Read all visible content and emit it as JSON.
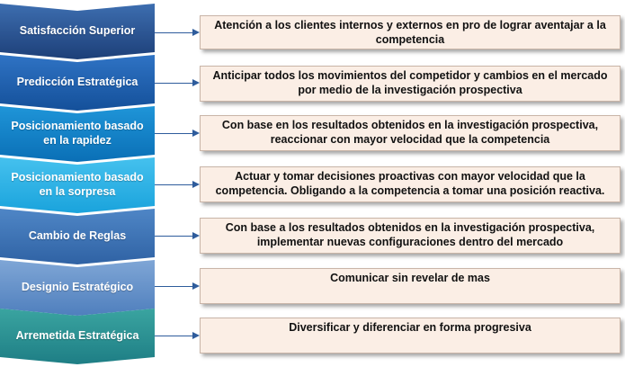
{
  "rows": [
    {
      "strategy": "Satisfacción Superior",
      "description": "Atención a los clientes internos y externos en pro de lograr aventajar a la competencia"
    },
    {
      "strategy": "Predicción Estratégica",
      "description": "Anticipar todos los movimientos del competidor y cambios en el mercado por medio de la investigación prospectiva"
    },
    {
      "strategy": "Posicionamiento basado en la rapidez",
      "description": "Con base en los resultados obtenidos en la investigación prospectiva, reaccionar con mayor velocidad que la competencia"
    },
    {
      "strategy": "Posicionamiento basado en la sorpresa",
      "description": "Actuar y tomar decisiones proactivas con mayor velocidad que la competencia. Obligando a la competencia a tomar una posición reactiva."
    },
    {
      "strategy": "Cambio de Reglas",
      "description": "Con base a los resultados obtenidos en la investigación prospectiva, implementar nuevas configuraciones dentro del mercado"
    },
    {
      "strategy": "Designio Estratégico",
      "description": "Comunicar sin revelar de mas"
    },
    {
      "strategy": "Arremetida Estratégica",
      "description": "Diversificar y diferenciar en forma progresiva"
    }
  ],
  "colors": {
    "arrow": "#2e5c9c",
    "box_fill": "#fbeee5",
    "box_border": "#c9b5a8"
  }
}
